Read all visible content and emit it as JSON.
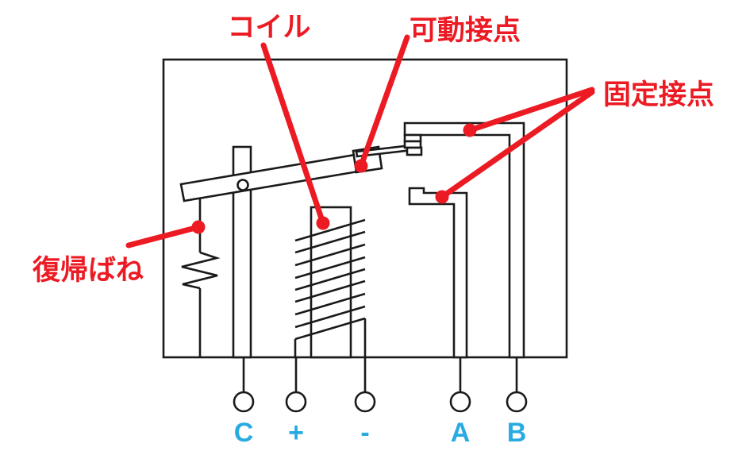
{
  "diagram": {
    "labels": {
      "coil": "コイル",
      "movable_contact": "可動接点",
      "fixed_contact": "固定接点",
      "return_spring": "復帰ばね"
    },
    "terminals": [
      "C",
      "+",
      "-",
      "A",
      "B"
    ],
    "colors": {
      "annotation_red": "#EC1B23",
      "terminal_cyan": "#29ABE2",
      "line_black": "#1A1A1A",
      "background": "#FFFFFF"
    }
  }
}
